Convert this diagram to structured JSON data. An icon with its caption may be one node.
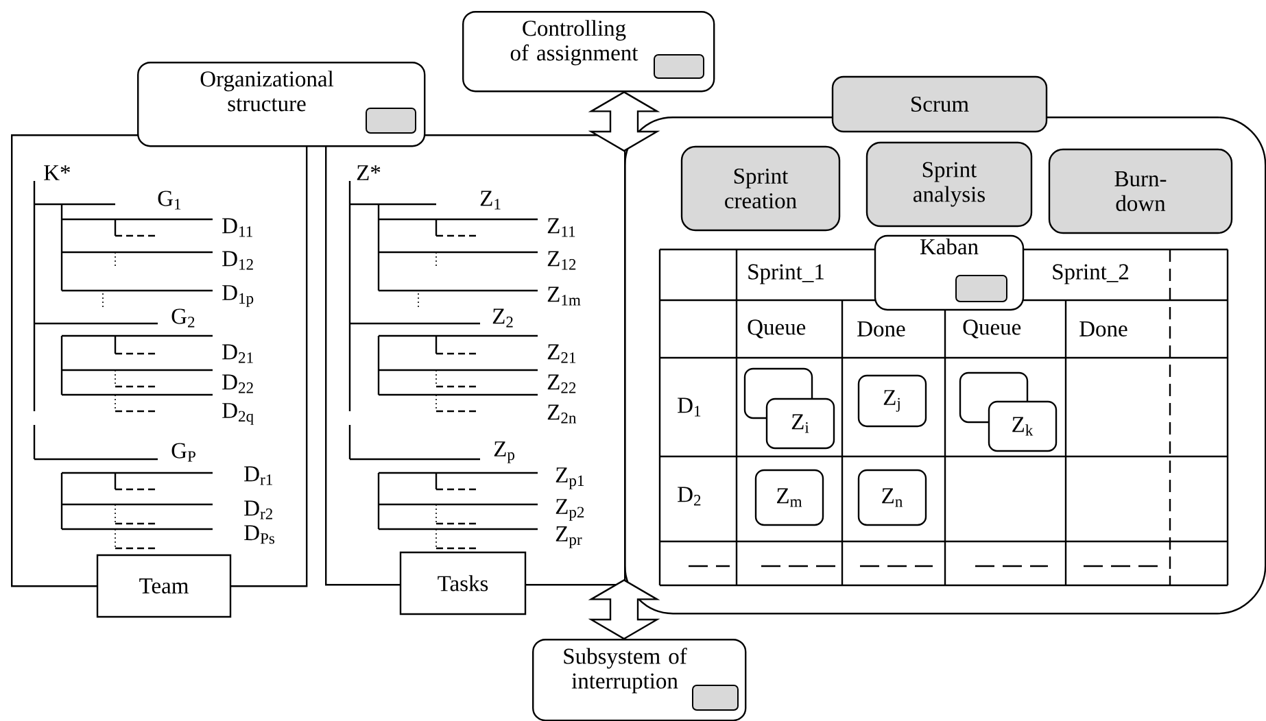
{
  "diagram": {
    "nodes": [
      {
        "text": [
          "Organizational structure"
        ]
      },
      {
        "text": [
          "Team"
        ]
      },
      {
        "text": [
          "Tasks"
        ]
      },
      {
        "text": [
          "Controlling of assignment"
        ]
      },
      {
        "text": [
          "Scrum"
        ]
      },
      {
        "text": [
          "Sprint creation"
        ],
        "in": 4
      },
      {
        "text": [
          "Sprint analysis"
        ],
        "in": 4
      },
      {
        "text": [
          "Burn-down"
        ],
        "in": 4
      },
      {
        "text": [
          "Kaban"
        ],
        "in": 4
      },
      {
        "text": [],
        "shape": "box",
        "in": 4
      },
      {
        "text": [
          "Z$_{i}$"
        ],
        "in": 4
      },
      {
        "text": [
          "Z$_{j}$"
        ],
        "in": 4
      },
      {
        "text": [],
        "shape": "box",
        "in": 4
      },
      {
        "text": [
          "Z$_{k}$"
        ],
        "in": 4
      },
      {
        "text": [
          "Z$_{m}$"
        ],
        "in": 4
      },
      {
        "text": [
          "Z$_{n}$"
        ],
        "in": 4
      },
      {
        "text": [
          "Subsystem of interruption"
        ]
      }
    ],
    "edges": [
      {
        "from": 3,
        "to": 4,
        "arrow": "both"
      },
      {
        "from": 16,
        "to": 4,
        "arrow": "both"
      }
    ],
    "labels": [
      "K*",
      "G$_{1}$",
      "D$_{11}$",
      "D$_{12}$",
      "D$_{1p}$",
      "G$_{2}$",
      "D$_{21}$",
      "D$_{22}$",
      "D$_{2q}$",
      "G$_{P}$",
      "D$_{r1}$",
      "D$_{r2}$",
      "D$_{Ps}$",
      "Z*",
      "Z$_{1}$",
      "Z$_{11}$",
      "Z$_{12}$",
      "Z$_{1m}$",
      "Z$_{2}$",
      "Z$_{21}$",
      "Z$_{22}$",
      "Z$_{2n}$",
      "Z$_{p}$",
      "Z$_{p1}$",
      "Z$_{p2}$",
      "Z$_{pr}$",
      "Sprint_1",
      "Sprint_2",
      "Queue",
      "Done",
      "Queue",
      "Done",
      "D$_{1}$",
      "D$_{2}$"
    ]
  }
}
